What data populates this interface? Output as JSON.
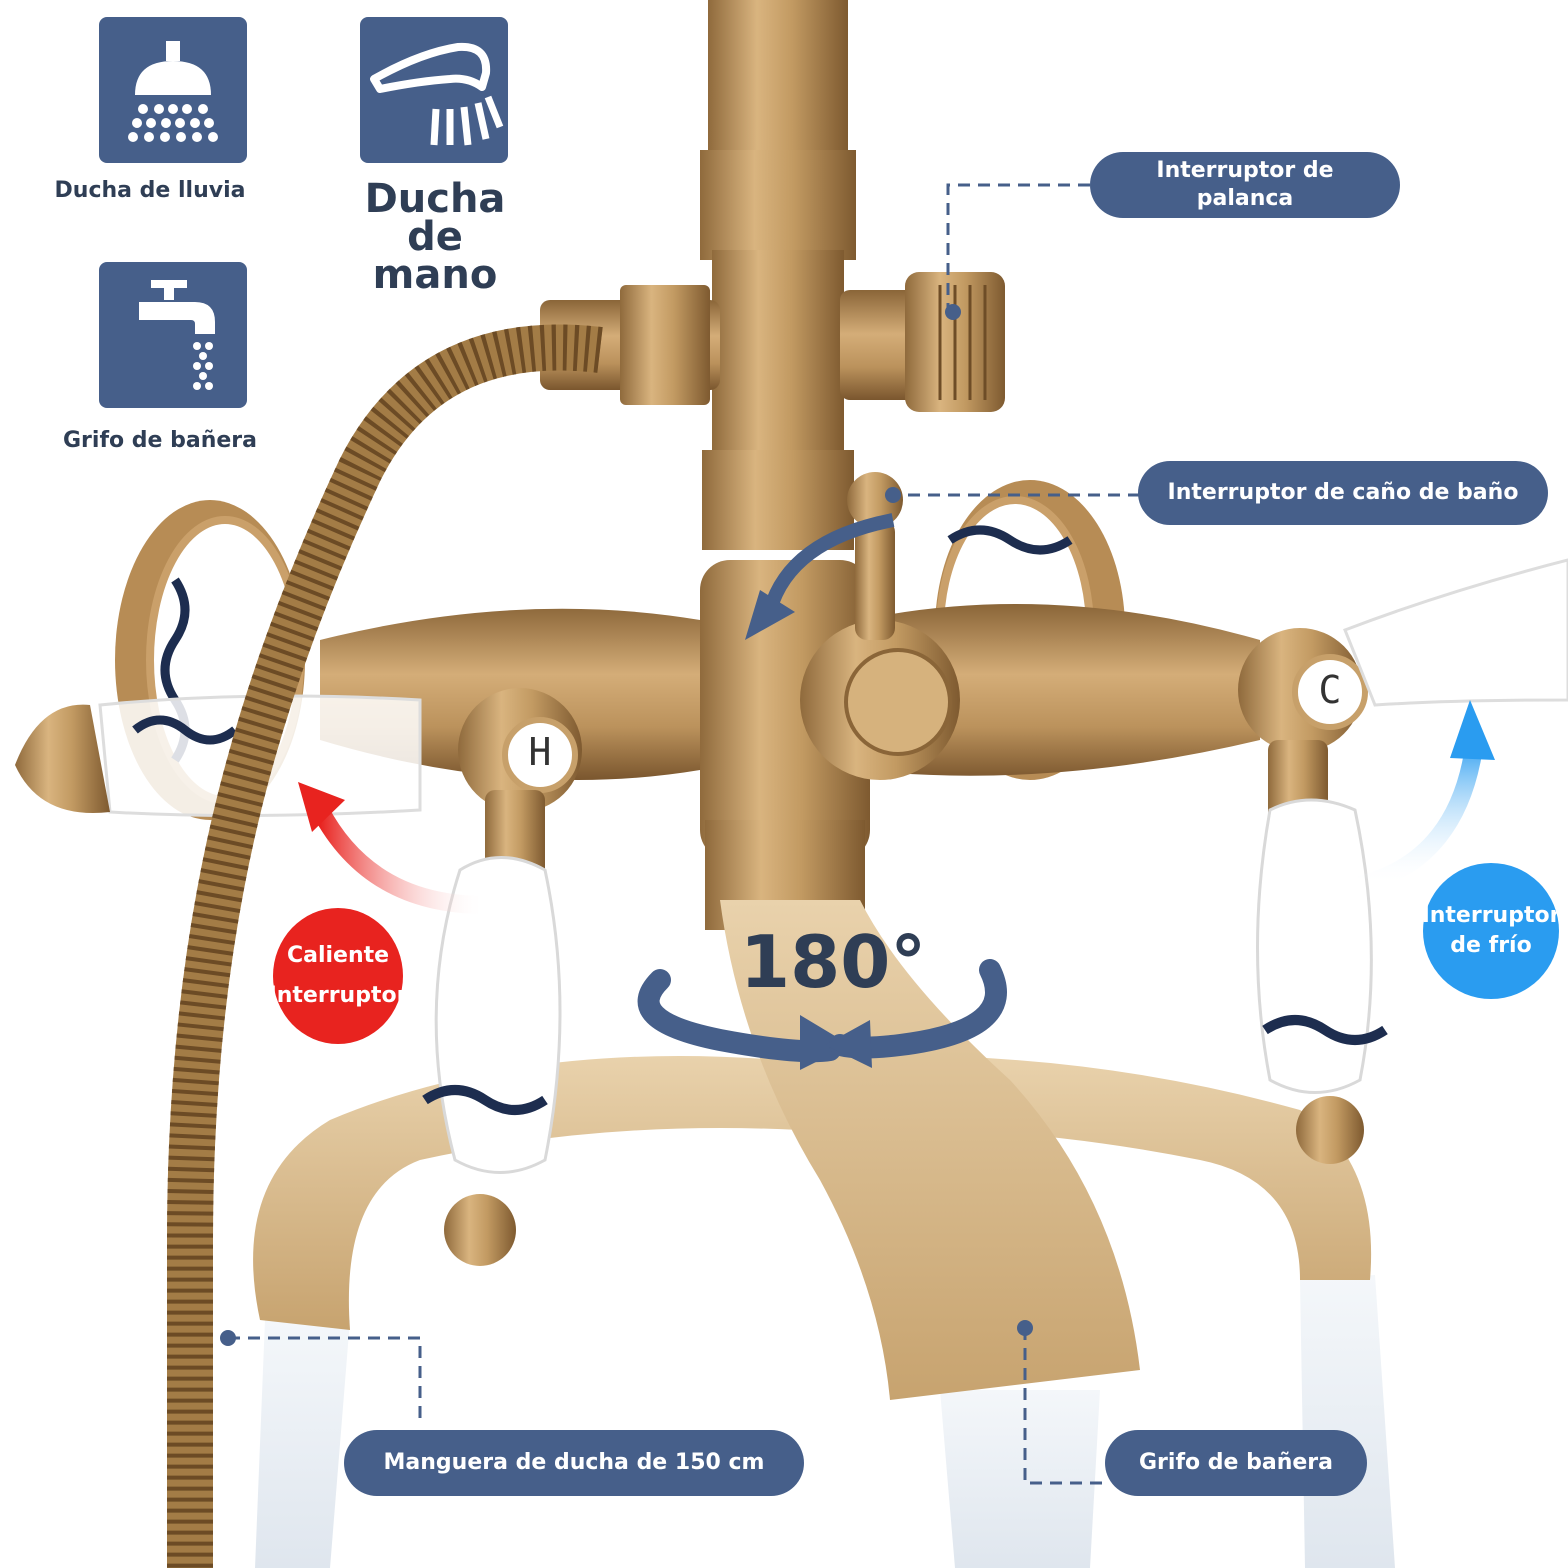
{
  "features": {
    "rain_shower": {
      "label": "Ducha de lluvia",
      "icon": "rain-shower-icon"
    },
    "hand_shower": {
      "label_line1": "Ducha de",
      "label_line2": "mano",
      "icon": "hand-shower-icon"
    },
    "tub_faucet": {
      "label": "Grifo de bañera",
      "icon": "bathtub-faucet-icon"
    }
  },
  "callouts": {
    "lever_switch": {
      "line1": "Interruptor de",
      "line2": "palanca"
    },
    "spout_switch": {
      "label": "Interruptor de caño de baño"
    },
    "hose": {
      "label": "Manguera de ducha de 150 cm"
    },
    "tub_spout": {
      "label": "Grifo de bañera"
    },
    "hot_switch": {
      "line1": "Caliente",
      "line2": "Interruptor"
    },
    "cold_switch": {
      "line1": "Interruptor",
      "line2": "de frío"
    }
  },
  "handles": {
    "hot_letter": "H",
    "cold_letter": "C"
  },
  "rotation": {
    "label": "180°"
  },
  "colors": {
    "navy": "#465f8a",
    "text_dark": "#2f3e55",
    "hot": "#e8231f",
    "cold": "#2a9cf0",
    "brass": "#c29a62"
  }
}
